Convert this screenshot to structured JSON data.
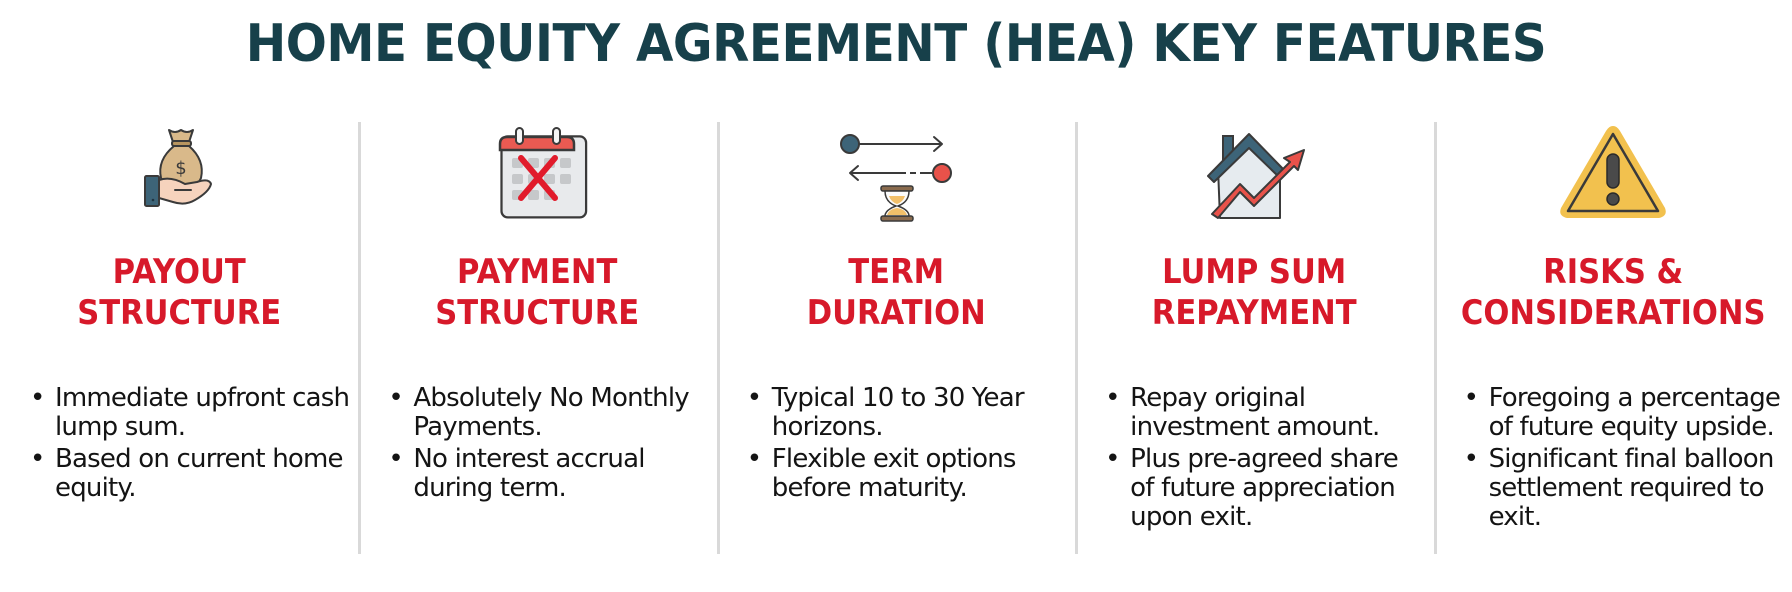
{
  "title": "HOME EQUITY AGREEMENT (HEA) KEY FEATURES",
  "colors": {
    "title": "#17404a",
    "heading": "#d7192a",
    "body_text": "#141414",
    "divider": "#d9d9d9",
    "accent_teal": "#3d6478",
    "accent_red": "#e8524a",
    "accent_gold": "#f2c14e"
  },
  "columns": [
    {
      "icon": "money-bag-hand-icon",
      "heading_line1": "PAYOUT",
      "heading_line2": "STRUCTURE",
      "bullets": [
        "Immediate upfront cash lump sum.",
        "Based on current home equity."
      ]
    },
    {
      "icon": "calendar-cross-icon",
      "heading_line1": "PAYMENT",
      "heading_line2": "STRUCTURE",
      "bullets": [
        "Absolutely No Monthly Payments.",
        "No interest accrual during term."
      ]
    },
    {
      "icon": "timeline-hourglass-icon",
      "heading_line1": "TERM",
      "heading_line2": "DURATION",
      "bullets": [
        "Typical 10 to 30 Year horizons.",
        "Flexible exit options before maturity."
      ]
    },
    {
      "icon": "house-growth-arrow-icon",
      "heading_line1": "LUMP SUM",
      "heading_line2": "REPAYMENT",
      "bullets": [
        "Repay original investment amount.",
        "Plus pre-agreed share of future appreciation upon exit."
      ]
    },
    {
      "icon": "warning-triangle-icon",
      "heading_line1": "RISKS &",
      "heading_line2": "CONSIDERATIONS",
      "bullets": [
        "Foregoing a percentage of future equity upside.",
        "Significant final balloon settlement required to exit."
      ]
    }
  ]
}
